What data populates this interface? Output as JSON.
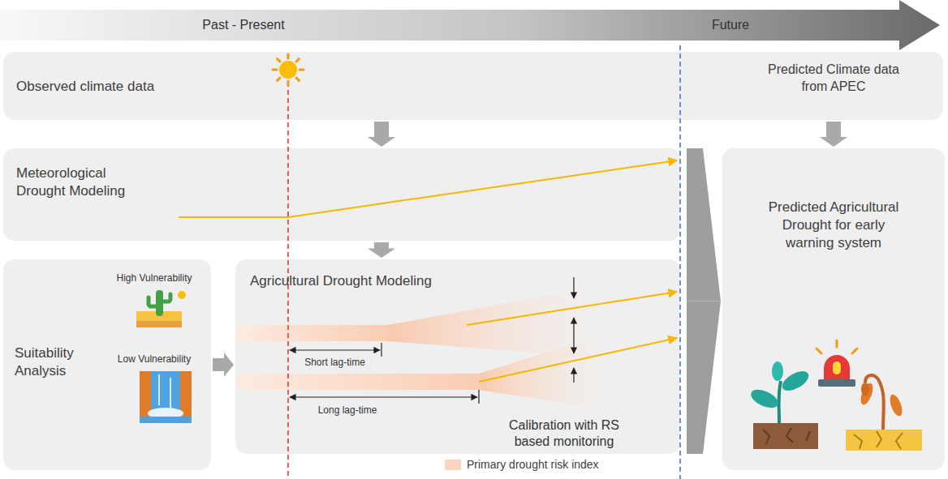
{
  "diagram": {
    "nodes": [
      {
        "text": [
          "Past - Present",
          "Future"
        ]
      },
      {
        "text": [
          "Observed climate data",
          "Predicted Climate data from APEC"
        ]
      },
      {
        "text": [
          "Meteorological Drought Modeling"
        ]
      },
      {
        "text": [
          "Suitability Analysis"
        ]
      },
      {
        "text": [
          "Agricultural Drought Modeling"
        ]
      },
      {
        "text": [
          "Predicted Agricultural Drought for early warning system"
        ]
      }
    ],
    "edges": [
      {
        "from": 1,
        "to": 2,
        "arrow": "to"
      },
      {
        "from": 1,
        "to": 5,
        "arrow": "to"
      },
      {
        "from": 2,
        "to": 4,
        "arrow": "to"
      },
      {
        "from": 3,
        "to": 4,
        "arrow": "to"
      },
      {
        "from": 2,
        "to": 5,
        "arrow": "to"
      },
      {
        "from": 4,
        "to": 5,
        "arrow": "to"
      }
    ],
    "labels": [
      "High Vulnerability",
      "Low Vulnerability",
      "Short lag-time",
      "Long lag-time",
      "Calibration with RS based monitoring"
    ],
    "legend": [
      {
        "text": "Primary drought risk index",
        "color": "#fbd5bf"
      }
    ]
  }
}
